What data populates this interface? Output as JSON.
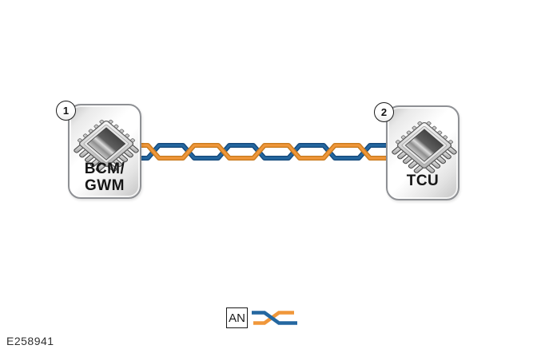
{
  "figure_code": "E258941",
  "modules": [
    {
      "callout": "1",
      "label_lines": [
        "BCM/",
        "GWM"
      ]
    },
    {
      "callout": "2",
      "label_lines": [
        "TCU"
      ]
    }
  ],
  "legend": {
    "network_label": "AN"
  },
  "colors": {
    "wire_orange": "#F0973A",
    "wire_orange_dark": "#C87A1E",
    "wire_blue": "#2467A0",
    "wire_blue_dark": "#15497B"
  }
}
